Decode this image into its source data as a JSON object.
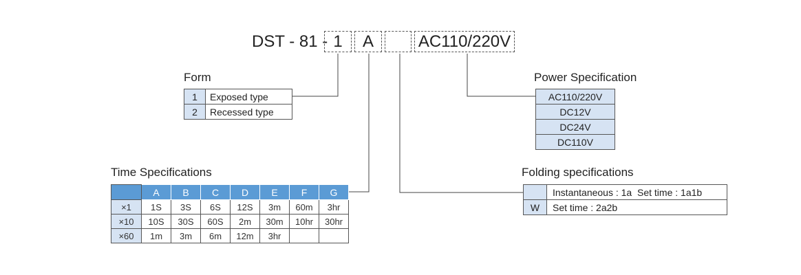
{
  "model": {
    "prefix": "DST - 81 -",
    "fields": [
      "1",
      "A",
      "",
      "AC110/220V"
    ]
  },
  "form": {
    "title": "Form",
    "rows": [
      {
        "code": "1",
        "label": "Exposed type"
      },
      {
        "code": "2",
        "label": "Recessed type"
      }
    ]
  },
  "power": {
    "title": "Power Specification",
    "rows": [
      "AC110/220V",
      "DC12V",
      "DC24V",
      "DC110V"
    ]
  },
  "time": {
    "title": "Time Specifications",
    "headers": [
      "A",
      "B",
      "C",
      "D",
      "E",
      "F",
      "G"
    ],
    "rows": [
      {
        "label": "×1",
        "cells": [
          "1S",
          "3S",
          "6S",
          "12S",
          "3m",
          "60m",
          "3hr"
        ]
      },
      {
        "label": "×10",
        "cells": [
          "10S",
          "30S",
          "60S",
          "2m",
          "30m",
          "10hr",
          "30hr"
        ]
      },
      {
        "label": "×60",
        "cells": [
          "1m",
          "3m",
          "6m",
          "12m",
          "3hr",
          "",
          ""
        ]
      }
    ]
  },
  "folding": {
    "title": "Folding specifications",
    "rows": [
      {
        "code": "",
        "label_a": "Instantaneous :",
        "value_a": "1a",
        "label_b": "Set time :",
        "value_b": "1a1b"
      },
      {
        "code": "W",
        "label_a": "Set time :",
        "value_a": "2a2b",
        "label_b": "",
        "value_b": ""
      }
    ]
  },
  "colors": {
    "header_blue": "#5b9bd5",
    "cell_light_blue": "#d6e3f3"
  }
}
